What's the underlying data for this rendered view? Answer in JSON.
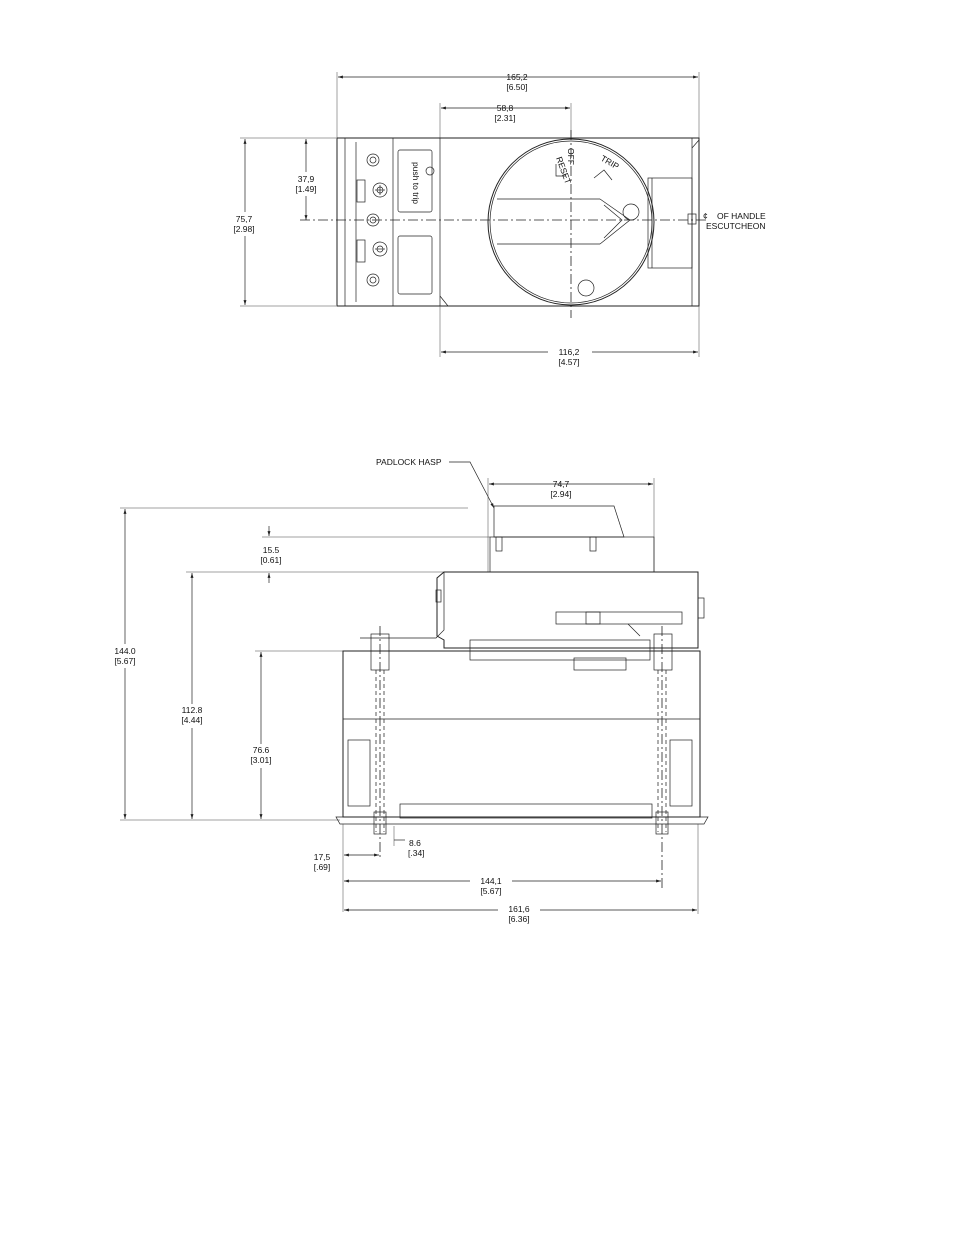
{
  "top_view": {
    "dim_overall_width": {
      "mm": "165,2",
      "in": "[6.50]"
    },
    "dim_handle_offset": {
      "mm": "58,8",
      "in": "[2.31]"
    },
    "dim_height": {
      "mm": "75,7",
      "in": "[2.98]"
    },
    "dim_center_height": {
      "mm": "37,9",
      "in": "[1.49]"
    },
    "dim_escutcheon_width": {
      "mm": "116,2",
      "in": "[4.57]"
    },
    "note_cl_symbol": "¢",
    "note_cl_line1": "OF HANDLE",
    "note_cl_line2": "ESCUTCHEON",
    "label_push_to_trip": "push to trip",
    "label_reset": "RESET",
    "label_off": "OFF",
    "label_trip": "TRIP"
  },
  "side_view": {
    "note_padlock": "PADLOCK HASP",
    "dim_hasp_width": {
      "mm": "74,7",
      "in": "[2.94]"
    },
    "dim_hasp_height": {
      "mm": "15.5",
      "in": "[0.61]"
    },
    "dim_total_height": {
      "mm": "144.0",
      "in": "[5.67]"
    },
    "dim_top_height": {
      "mm": "112.8",
      "in": "[4.44]"
    },
    "dim_mount_height": {
      "mm": "76.6",
      "in": "[3.01]"
    },
    "dim_stud_offset": {
      "mm": "17,5",
      "in": "[.69]"
    },
    "dim_stud_dia": {
      "mm": "8.6",
      "in": "[.34]"
    },
    "dim_stud_span": {
      "mm": "144,1",
      "in": "[5.67]"
    },
    "dim_base_width": {
      "mm": "161,6",
      "in": "[6.36]"
    }
  }
}
